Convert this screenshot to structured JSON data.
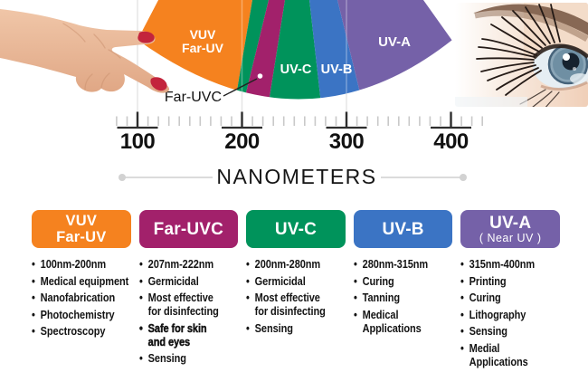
{
  "colors": {
    "orange": "#F5821F",
    "magenta": "#A2216B",
    "green": "#00935B",
    "blue": "#3B74C4",
    "purple": "#7561A8",
    "grid_light": "#e5e5e5",
    "tick_minor": "#c9c9c9",
    "tick_major": "#2e2e2e",
    "text_dark": "#141414"
  },
  "fan": {
    "vuv_line1": "VUV",
    "vuv_line2": "Far-UV",
    "uvc": "UV-C",
    "uvb": "UV-B",
    "uva": "UV-A",
    "far_uvc": "Far-UVC"
  },
  "ruler": {
    "labels": [
      "100",
      "200",
      "300",
      "400"
    ],
    "unit": "NANOMETERS"
  },
  "images": {
    "left": "pointing-hand-photo",
    "right": "eye-closeup-photo"
  },
  "cards": [
    {
      "title": "VUV\nFar-UV",
      "subtitle": "",
      "color": "#F5821F",
      "items": [
        "100nm-200nm",
        "Medical equipment",
        "Nanofabrication",
        "Photochemistry",
        "Spectroscopy"
      ]
    },
    {
      "title": "Far-UVC",
      "subtitle": "",
      "color": "#A2216B",
      "items": [
        "207nm-222nm",
        "Germicidal",
        "Most effective\nfor disinfecting",
        "Safe for skin\nand eyes",
        "Sensing"
      ]
    },
    {
      "title": "UV-C",
      "subtitle": "",
      "color": "#00935B",
      "items": [
        "200nm-280nm",
        "Germicidal",
        "Most effective\nfor disinfecting",
        "Sensing"
      ]
    },
    {
      "title": "UV-B",
      "subtitle": "",
      "color": "#3B74C4",
      "items": [
        "280nm-315nm",
        "Curing",
        "Tanning",
        "Medical Applications"
      ]
    },
    {
      "title": "UV-A",
      "subtitle": "( Near UV )",
      "color": "#7561A8",
      "items": [
        "315nm-400nm",
        "Printing",
        "Curing",
        "Lithography",
        "Sensing",
        "Medial Applications"
      ]
    }
  ]
}
